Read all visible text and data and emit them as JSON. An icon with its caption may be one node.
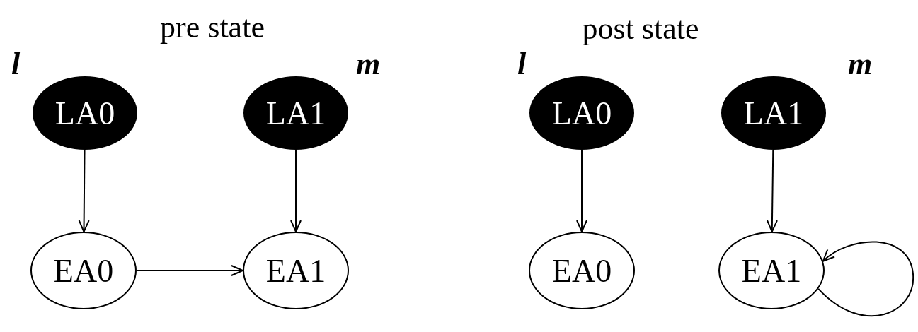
{
  "diagram": {
    "nodes": [
      {
        "text": [
          "LA0"
        ]
      },
      {
        "text": [
          "LA1"
        ]
      },
      {
        "text": [
          "EA0"
        ]
      },
      {
        "text": [
          "EA1"
        ]
      },
      {
        "text": [
          "LA0"
        ]
      },
      {
        "text": [
          "LA1"
        ]
      },
      {
        "text": [
          "EA0"
        ]
      },
      {
        "text": [
          "EA1"
        ]
      }
    ],
    "edges": [
      {
        "from": 0,
        "to": 2,
        "arrow": "to"
      },
      {
        "from": 1,
        "to": 3,
        "arrow": "to"
      },
      {
        "from": 2,
        "to": 3,
        "arrow": "to"
      },
      {
        "from": 4,
        "to": 6,
        "arrow": "to"
      },
      {
        "from": 5,
        "to": 7,
        "arrow": "to"
      },
      {
        "from": 7,
        "to": 7,
        "arrow": "to"
      }
    ],
    "labels": [
      "pre state",
      "l",
      "m",
      "post state",
      "l",
      "m"
    ]
  }
}
